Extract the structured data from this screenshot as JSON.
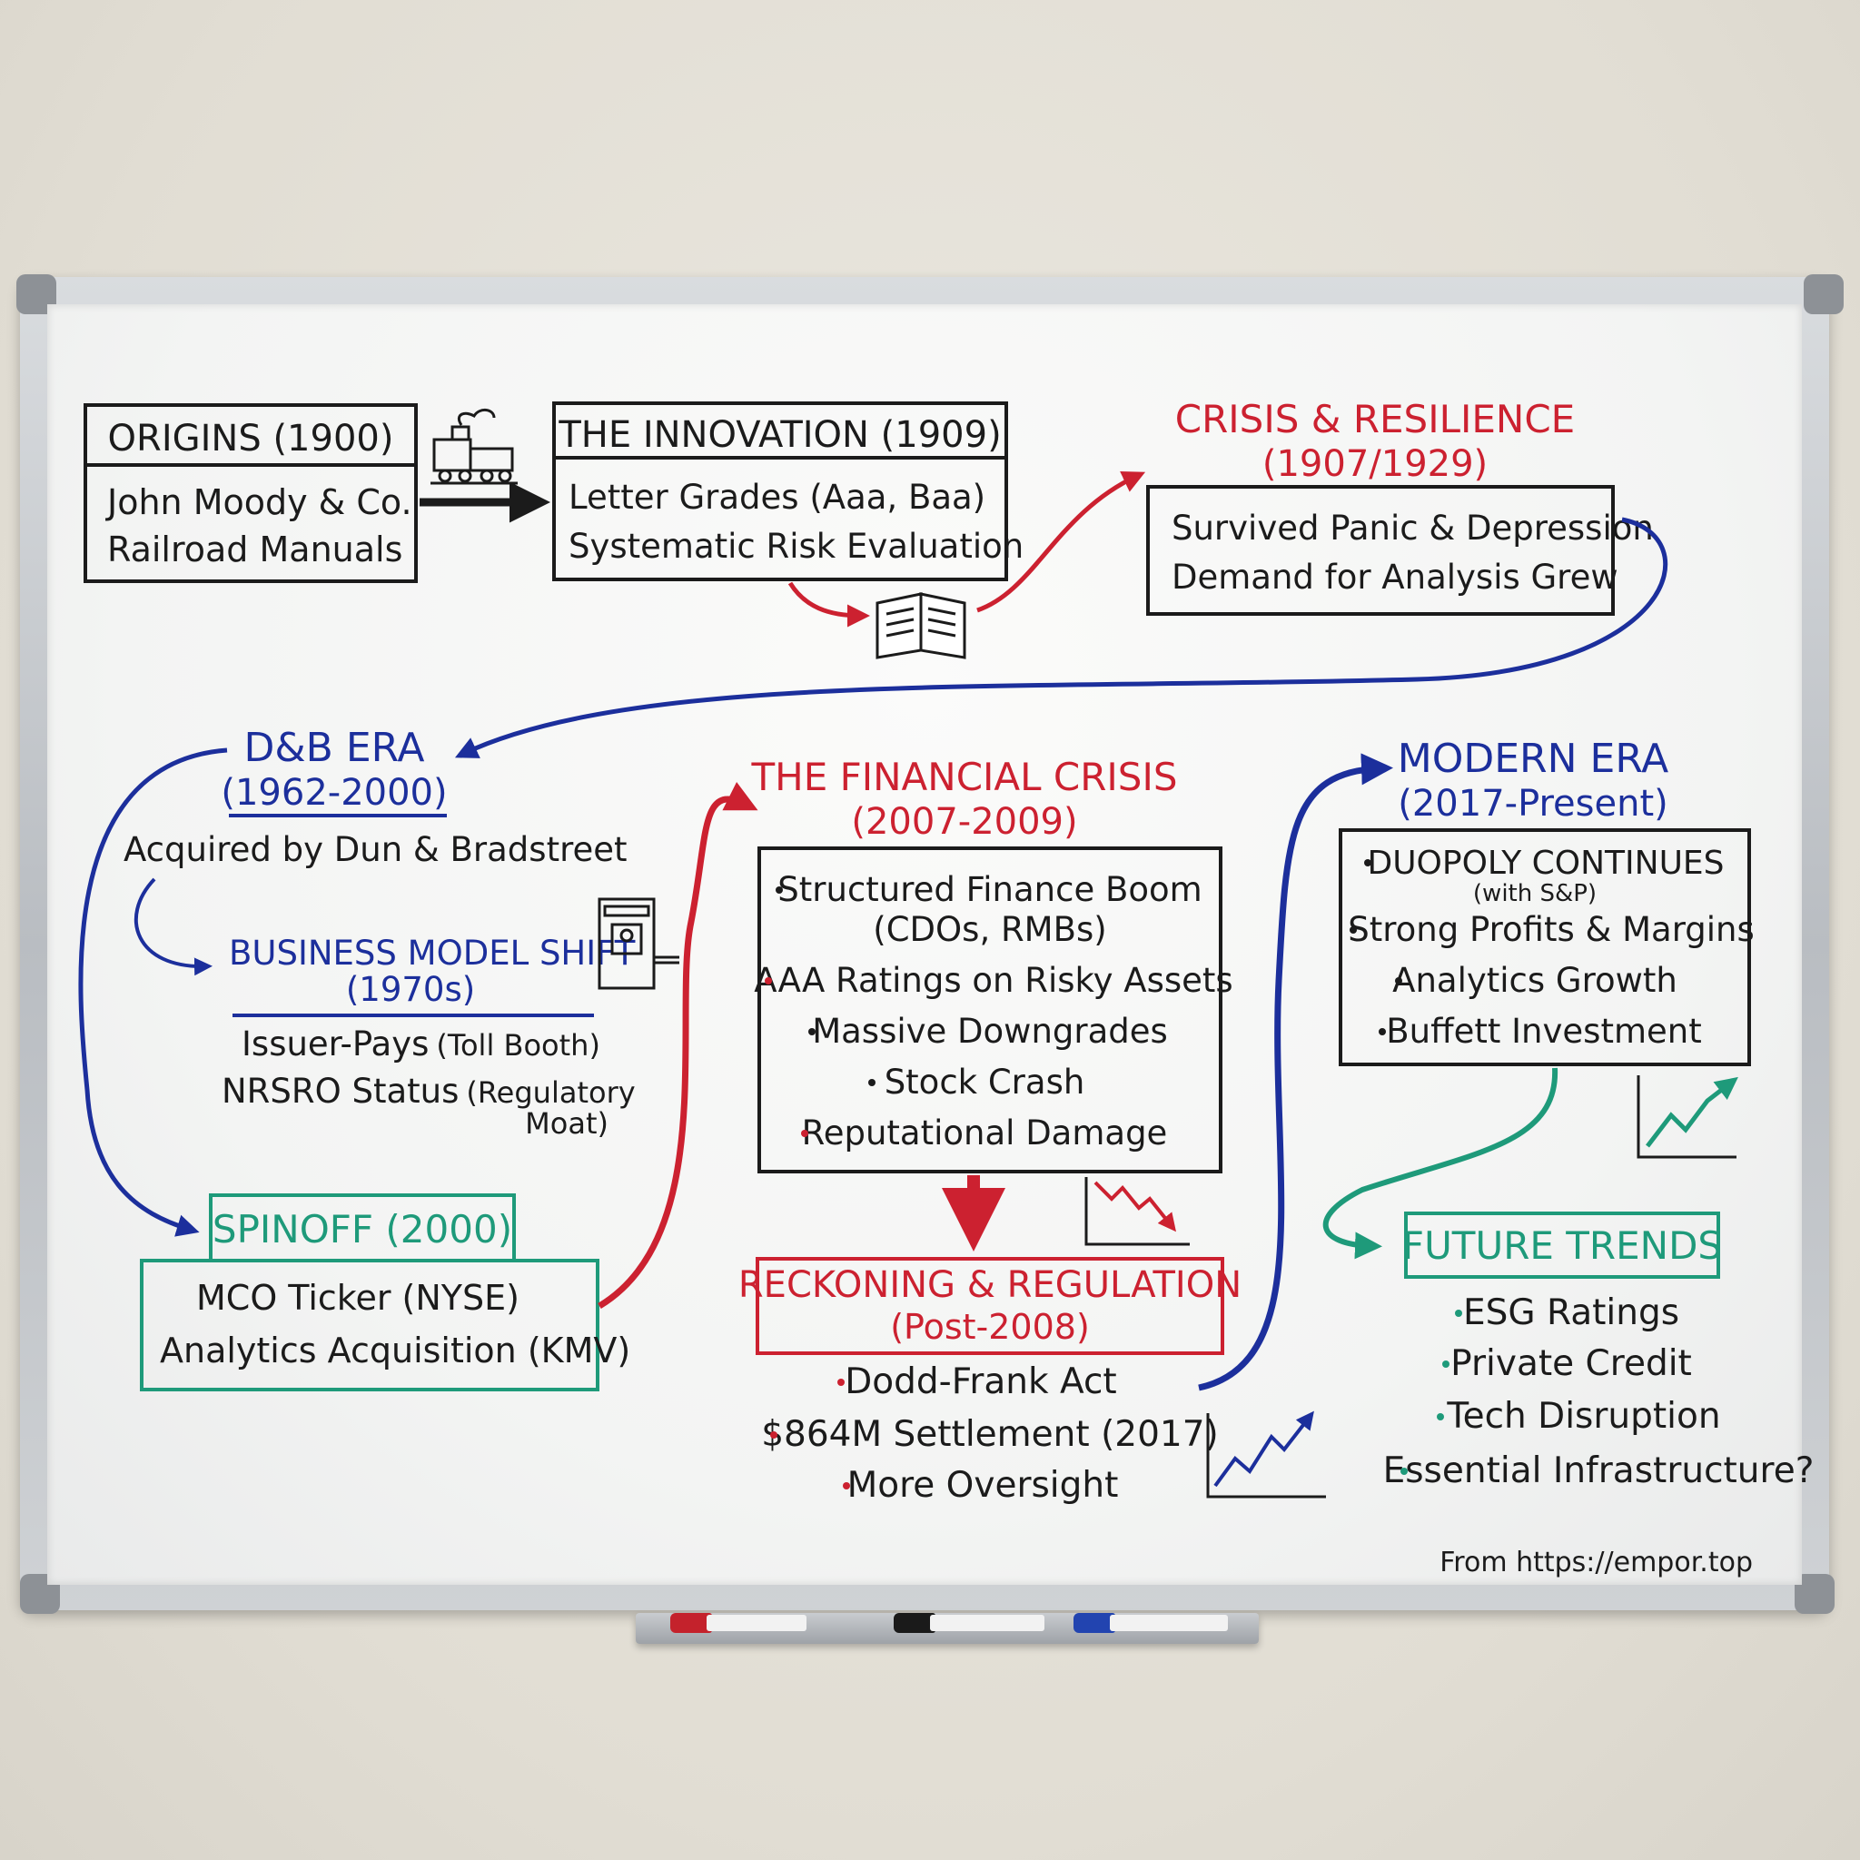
{
  "colors": {
    "black": "#1b1b1b",
    "red": "#cc2130",
    "blue": "#1c2f9c",
    "green": "#1e9a7a"
  },
  "origins": {
    "title": "ORIGINS (1900)",
    "items": [
      "John Moody & Co.",
      "Railroad Manuals"
    ]
  },
  "innovation": {
    "title": "THE INNOVATION (1909)",
    "items": [
      "Letter Grades (Aaa, Baa)",
      "Systematic Risk Evaluation"
    ]
  },
  "crisis": {
    "title": "CRISIS & RESILIENCE",
    "years": "(1907/1929)",
    "items": [
      "Survived Panic & Depression",
      "Demand for Analysis Grew"
    ]
  },
  "db_era": {
    "title": "D&B ERA",
    "years": "(1962-2000)",
    "items": [
      "Acquired by Dun & Bradstreet"
    ]
  },
  "model_shift": {
    "title": "BUSINESS MODEL SHIFT",
    "years": "(1970s)",
    "item1": "Issuer-Pays",
    "item1_note": "(Toll Booth)",
    "item2": "NRSRO Status",
    "item2_note": "(Regulatory",
    "item2_note2": "Moat)"
  },
  "spinoff": {
    "title": "SPINOFF (2000)",
    "items": [
      "MCO Ticker (NYSE)",
      "Analytics Acquisition (KMV)"
    ]
  },
  "financial_crisis": {
    "title": "THE FINANCIAL CRISIS",
    "years": "(2007-2009)",
    "item1": "Structured Finance Boom",
    "item1b": "(CDOs, RMBs)",
    "items": [
      "AAA Ratings on Risky Assets",
      "Massive Downgrades",
      "Stock Crash",
      "Reputational Damage"
    ]
  },
  "reckoning": {
    "title": "RECKONING & REGULATION",
    "years": "(Post-2008)",
    "items": [
      "Dodd-Frank Act",
      "$864M Settlement (2017)",
      "More Oversight"
    ]
  },
  "modern": {
    "title": "MODERN ERA",
    "years": "(2017-Present)",
    "item1": "DUOPOLY CONTINUES",
    "item1b": "(with S&P)",
    "items": [
      "Strong Profits & Margins",
      "Analytics Growth",
      "Buffett Investment"
    ]
  },
  "future": {
    "title": "FUTURE TRENDS",
    "items": [
      "ESG Ratings",
      "Private Credit",
      "Tech Disruption",
      "Essential Infrastructure?"
    ]
  },
  "footer": "From https://empor.top"
}
